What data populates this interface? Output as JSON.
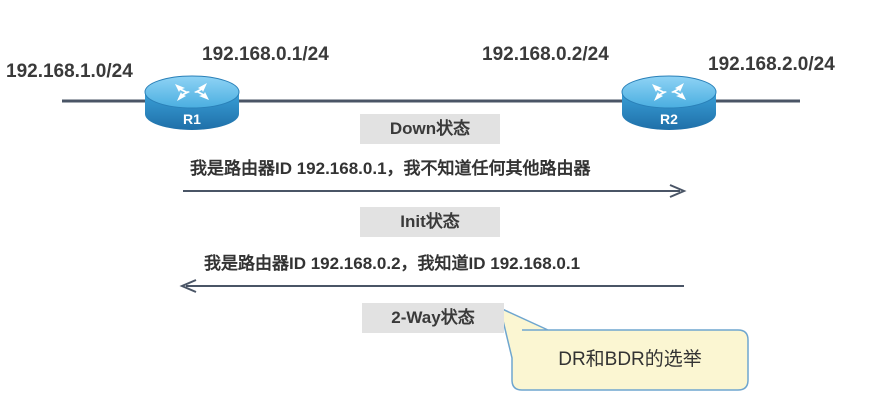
{
  "networks": {
    "left_subnet": "192.168.1.0/24",
    "r1_interface": "192.168.0.1/24",
    "r2_interface": "192.168.0.2/24",
    "right_subnet": "192.168.2.0/24"
  },
  "routers": {
    "r1_label": "R1",
    "r2_label": "R2"
  },
  "states": {
    "down": "Down状态",
    "init": "Init状态",
    "two_way": "2-Way状态"
  },
  "messages": {
    "hello_r1": "我是路由器ID 192.168.0.1，我不知道任何其他路由器",
    "hello_r2": "我是路由器ID 192.168.0.2，我知道ID 192.168.0.1"
  },
  "callout": {
    "text": "DR和BDR的选举"
  },
  "colors": {
    "line": "#4a5566",
    "router_body": "#2f8fc6",
    "router_top": "#5bb8e6",
    "state_bg": "#e2e2e2",
    "callout_fill": "#fbf6d2",
    "callout_border": "#6fa6cf"
  }
}
